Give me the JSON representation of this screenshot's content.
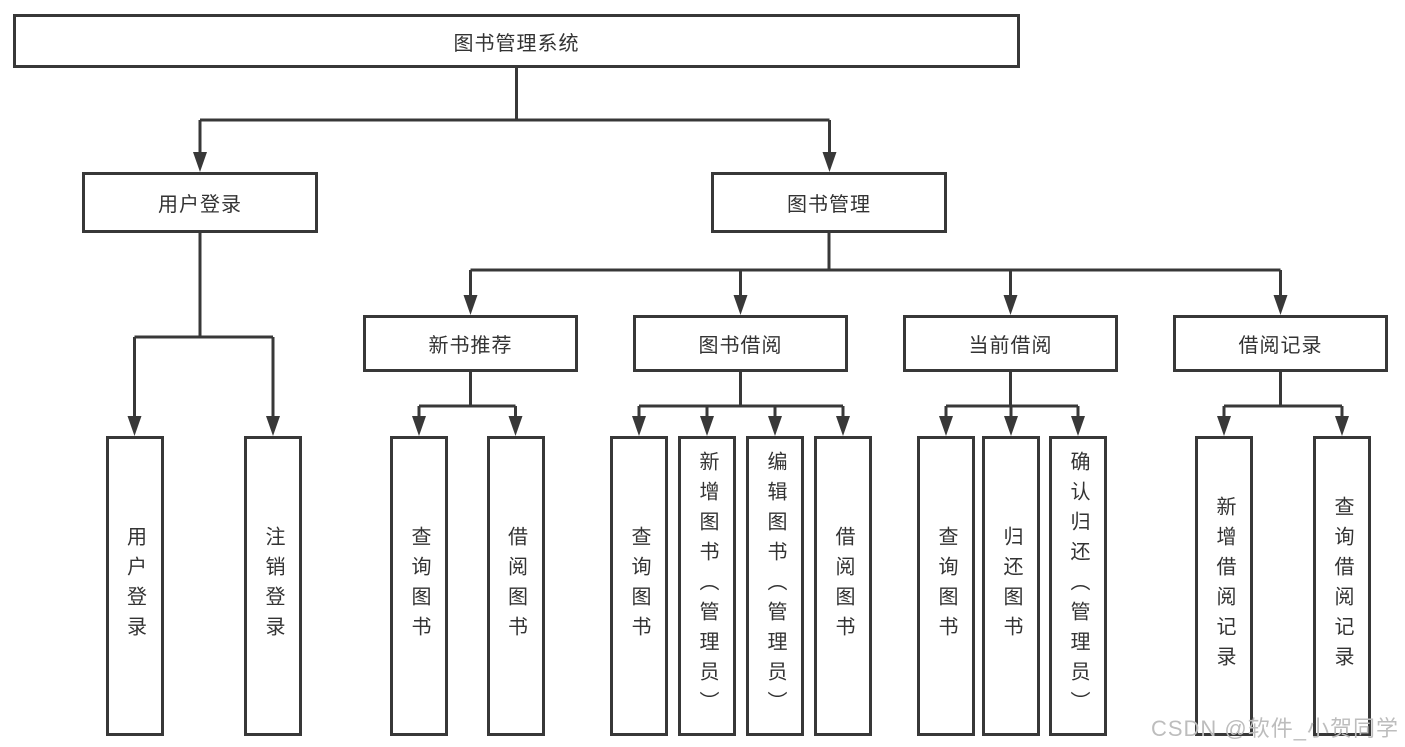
{
  "diagram": {
    "root": {
      "label": "图书管理系统"
    },
    "level2": [
      {
        "id": "user-login",
        "label": "用户登录"
      },
      {
        "id": "book-management",
        "label": "图书管理"
      }
    ],
    "level3": [
      {
        "id": "new-book-recommend",
        "label": "新书推荐"
      },
      {
        "id": "book-borrow",
        "label": "图书借阅"
      },
      {
        "id": "current-borrow",
        "label": "当前借阅"
      },
      {
        "id": "borrow-records",
        "label": "借阅记录"
      }
    ],
    "leaves": [
      {
        "parent": "用户登录",
        "items": [
          "用户登录",
          "注销登录"
        ]
      },
      {
        "parent": "新书推荐",
        "items": [
          "查询图书",
          "借阅图书"
        ]
      },
      {
        "parent": "图书借阅",
        "items": [
          "查询图书",
          "新增图书（管理员）",
          "编辑图书（管理员）",
          "借阅图书"
        ]
      },
      {
        "parent": "当前借阅",
        "items": [
          "查询图书",
          "归还图书",
          "确认归还（管理员）"
        ]
      },
      {
        "parent": "借阅记录",
        "items": [
          "新增借阅记录",
          "查询借阅记录"
        ]
      }
    ]
  },
  "watermark": {
    "text": "CSDN @软件_小贺同学"
  },
  "colors": {
    "line": "#383838",
    "text": "#333333",
    "watermark": "#bdbdbd",
    "background": "#ffffff"
  }
}
